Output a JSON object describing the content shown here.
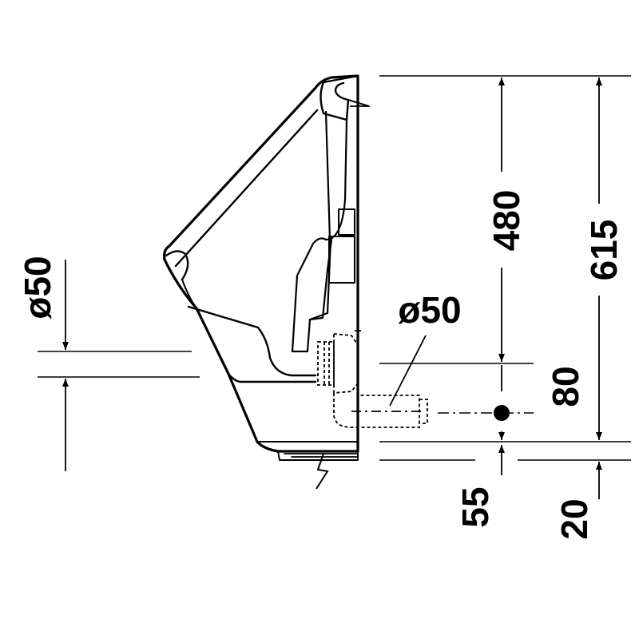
{
  "drawing": {
    "line_color": "#000000",
    "background": "#ffffff"
  },
  "dimensions": {
    "height_inlet_to_waste": "480",
    "total_height": "615",
    "waste_offset": "80",
    "bottom_clearance": "55",
    "base_offset": "20",
    "inlet_diameter": "ø50",
    "waste_diameter": "ø50"
  }
}
